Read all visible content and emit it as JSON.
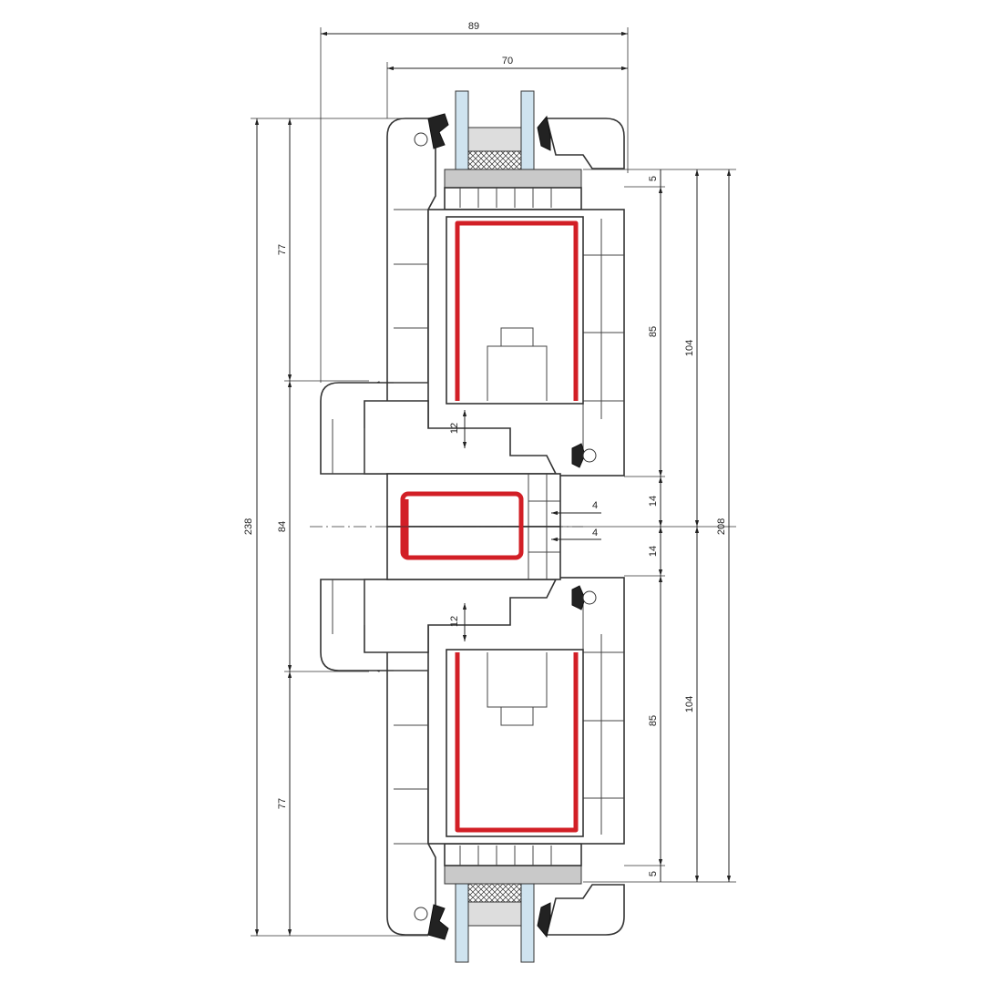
{
  "drawing": {
    "dimensions": {
      "overall_width": "89",
      "sash_width": "70",
      "overall_height": "238",
      "top_sash_left": "77",
      "mullion_left": "84",
      "bottom_sash_left": "77",
      "top_gap": "5",
      "top_sash_right": "85",
      "top_overlap": "14",
      "bottom_overlap": "14",
      "bottom_sash_right": "85",
      "bottom_gap": "5",
      "top_half": "104",
      "bottom_half": "104",
      "overall_right": "208",
      "top_offset": "4",
      "bottom_offset": "4",
      "top_rebate": "12",
      "bottom_rebate": "12"
    },
    "colors": {
      "reinforcement": "#d21f26",
      "glass": "#cfe3ef"
    }
  }
}
